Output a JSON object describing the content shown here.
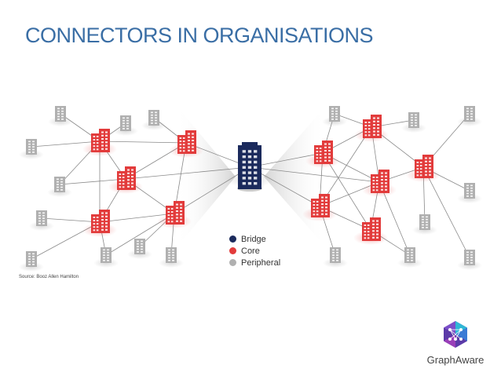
{
  "title": "CONNECTORS IN ORGANISATIONS",
  "source": "Source: Booz Allen Hamilton",
  "brand": {
    "name": "GraphAware",
    "logo_icon": "hexagon-graph-logo-icon"
  },
  "colors": {
    "title": "#3a6ea5",
    "bridge": "#1b2a5c",
    "core": "#e23b3b",
    "peripheral": "#b0b0b0"
  },
  "legend": [
    {
      "label": "Bridge",
      "color": "#1b2a5c"
    },
    {
      "label": "Core",
      "color": "#e23b3b"
    },
    {
      "label": "Peripheral",
      "color": "#b0b0b0"
    }
  ],
  "icons": {
    "building": "office-building-icon"
  }
}
